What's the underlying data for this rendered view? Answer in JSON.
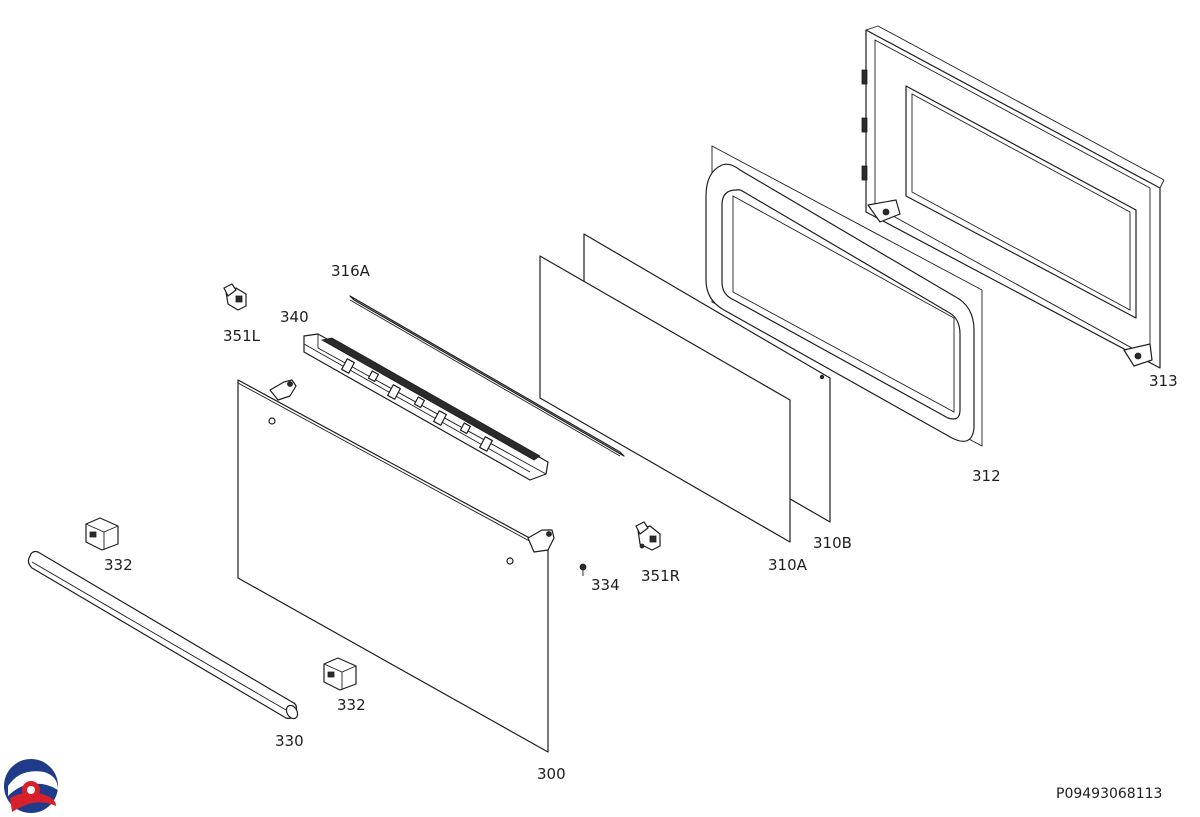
{
  "labels": {
    "p313": "313",
    "p312": "312",
    "p316A": "316A",
    "p351L": "351L",
    "p340": "340",
    "p310B": "310B",
    "p310A": "310A",
    "p351R": "351R",
    "p334": "334",
    "p332_top": "332",
    "p332_bottom": "332",
    "p330": "330",
    "p300": "300"
  },
  "document_id": "P09493068113",
  "logo": {
    "icon": "brand-logo-icon",
    "colors": [
      "#1f3b8a",
      "#d7202a"
    ]
  }
}
